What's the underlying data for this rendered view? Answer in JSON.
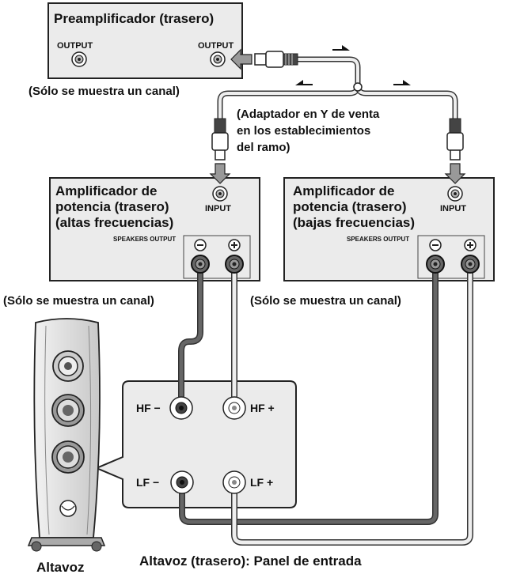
{
  "preamp": {
    "title": "Preamplificador (trasero)",
    "output_left": "OUTPUT",
    "output_right": "OUTPUT",
    "note": "(Sólo se muestra un canal)"
  },
  "adapter": {
    "line1": "(Adaptador en Y de venta",
    "line2": "en los establecimientos",
    "line3": "del ramo)"
  },
  "amp_high": {
    "line1": "Amplificador de",
    "line2": "potencia (trasero)",
    "line3": "(altas frecuencias)",
    "input": "INPUT",
    "speakers_output": "SPEAKERS OUTPUT",
    "note": "(Sólo se muestra un canal)"
  },
  "amp_low": {
    "line1": "Amplificador de",
    "line2": "potencia (trasero)",
    "line3": "(bajas frecuencias)",
    "input": "INPUT",
    "speakers_output": "SPEAKERS OUTPUT",
    "note": "(Sólo se muestra un canal)"
  },
  "panel": {
    "hf_minus": "HF −",
    "hf_plus": "HF +",
    "lf_minus": "LF −",
    "lf_plus": "LF +",
    "caption": "Altavoz (trasero): Panel de entrada"
  },
  "speaker": {
    "caption": "Altavoz"
  },
  "colors": {
    "box_fill": "#ebebeb",
    "box_stroke": "#222222",
    "cable_dark": "#555555",
    "cable_light": "#e6e6e6"
  }
}
